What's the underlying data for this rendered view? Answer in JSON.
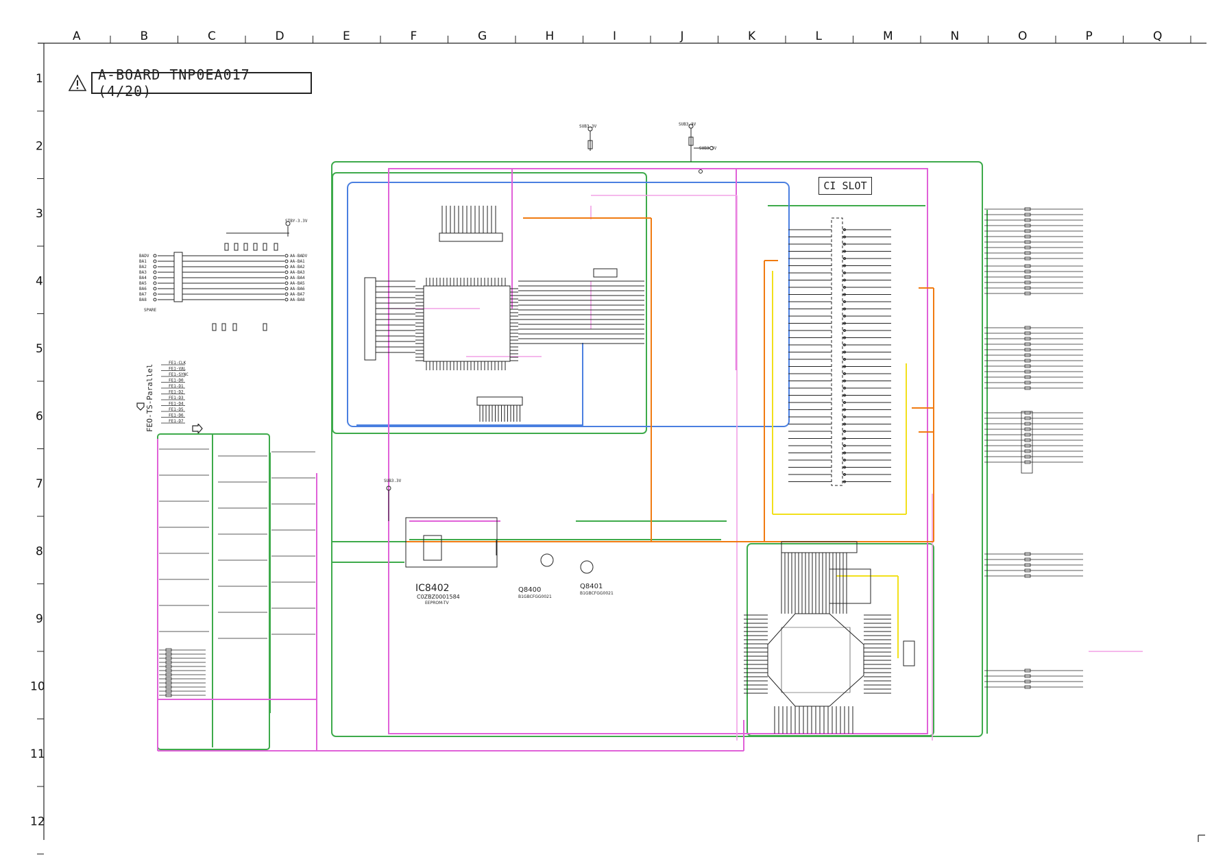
{
  "board_title": "A-BOARD TNP0EA017 (4/20)",
  "slot_label": "CI SLOT",
  "side_label": "FEO-TS-Parallel",
  "column_labels": [
    "A",
    "B",
    "C",
    "D",
    "E",
    "F",
    "G",
    "H",
    "I",
    "J",
    "K",
    "L",
    "M",
    "N",
    "O",
    "P",
    "Q"
  ],
  "row_labels": [
    "1",
    "2",
    "3",
    "4",
    "5",
    "6",
    "7",
    "8",
    "9",
    "10",
    "11",
    "12"
  ],
  "components": {
    "ic8402": {
      "ref": "IC8402",
      "part": "C0ZBZ0001584",
      "sub": "EEPROM-TV"
    },
    "q8400": {
      "ref": "Q8400",
      "part": "B1GBCFGG0021"
    },
    "q8401": {
      "ref": "Q8401",
      "part": "B1GBCFGG0021"
    }
  },
  "net_labels": {
    "left_bus": [
      "BADV",
      "BA1",
      "BA2",
      "BA3",
      "BA4",
      "BA5",
      "BA6",
      "BA7",
      "BA8"
    ],
    "left_out": [
      "AA-BADV",
      "AA-BA1",
      "AA-BA2",
      "AA-BA3",
      "AA-BA4",
      "AA-BA5",
      "AA-BA6",
      "AA-BA7",
      "AA-BA8"
    ],
    "sparse": "SPARE",
    "fe_bus": [
      "FE1-CLK",
      "FE1-VAL",
      "FE1-SYNC",
      "FE1-D0",
      "FE1-D1",
      "FE1-D2",
      "FE1-D3",
      "FE1-D4",
      "FE1-D5",
      "FE1-D6",
      "FE1-D7"
    ],
    "power": [
      "STBY-3.3V",
      "SUB3.3V",
      "SUB3.3V",
      "SUB3.3V",
      "SUB3.3V"
    ]
  },
  "icons": {
    "warning": "caution-triangle-icon",
    "arrow_out": "arrow-output-icon",
    "arrow_down": "arrow-down-icon"
  },
  "colors": {
    "green": "#3daa4a",
    "magenta": "#e060d8",
    "blue": "#4a7fe0",
    "orange": "#f07a10",
    "yellow": "#f2e01a",
    "pink": "#f2a0e6",
    "ink": "#222222"
  }
}
